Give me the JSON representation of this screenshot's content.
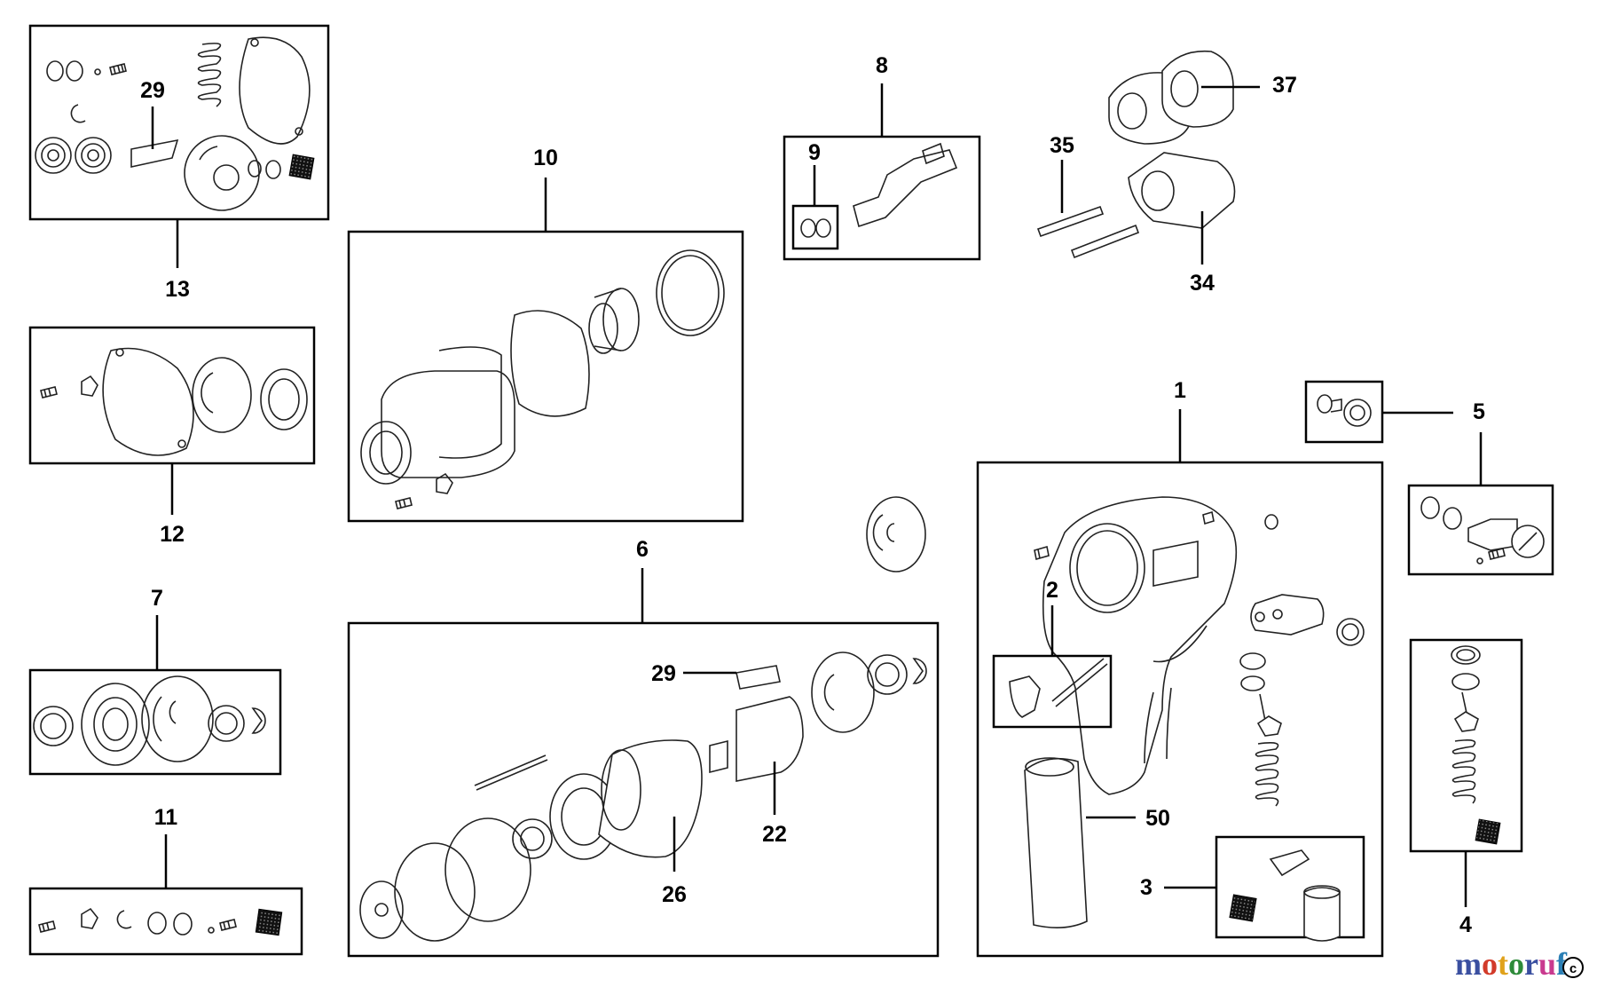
{
  "labels": {
    "n1": "1",
    "n2": "2",
    "n3": "3",
    "n4": "4",
    "n5": "5",
    "n6": "6",
    "n7": "7",
    "n8": "8",
    "n9": "9",
    "n10": "10",
    "n11": "11",
    "n12": "12",
    "n13": "13",
    "n22": "22",
    "n26": "26",
    "n29a": "29",
    "n29b": "29",
    "n34": "34",
    "n35": "35",
    "n37": "37",
    "n50": "50"
  },
  "watermark": {
    "letters": [
      "m",
      "o",
      "t",
      "o",
      "r",
      "u",
      "f"
    ],
    "colors": [
      "#3a4fa0",
      "#d23b2a",
      "#e0a21b",
      "#2e8b3a",
      "#3a4fa0",
      "#c93a8f",
      "#2a7fb5"
    ],
    "suffix": "c"
  }
}
